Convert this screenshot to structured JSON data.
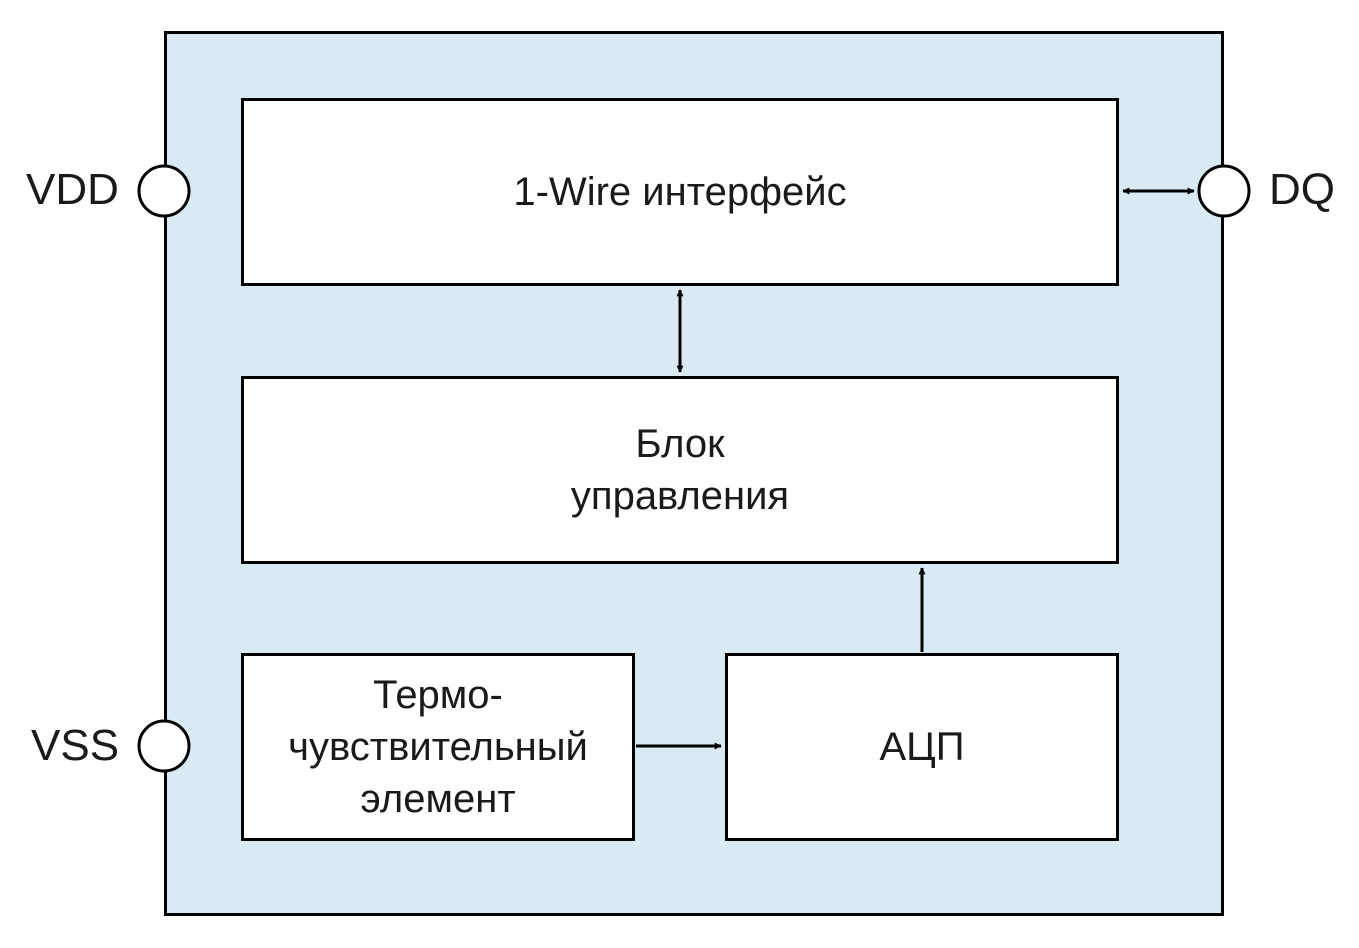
{
  "pins": {
    "vdd": "VDD",
    "vss": "VSS",
    "dq": "DQ"
  },
  "blocks": {
    "interface": {
      "line1": "1-Wire интерфейс"
    },
    "control": {
      "line1": "Блок",
      "line2": "управления"
    },
    "sensor": {
      "line1": "Термо-",
      "line2": "чувствительный",
      "line3": "элемент"
    },
    "adc": {
      "line1": "АЦП"
    }
  },
  "colors": {
    "chip_fill": "#d9eaf5",
    "block_fill": "#ffffff",
    "stroke": "#000000"
  }
}
